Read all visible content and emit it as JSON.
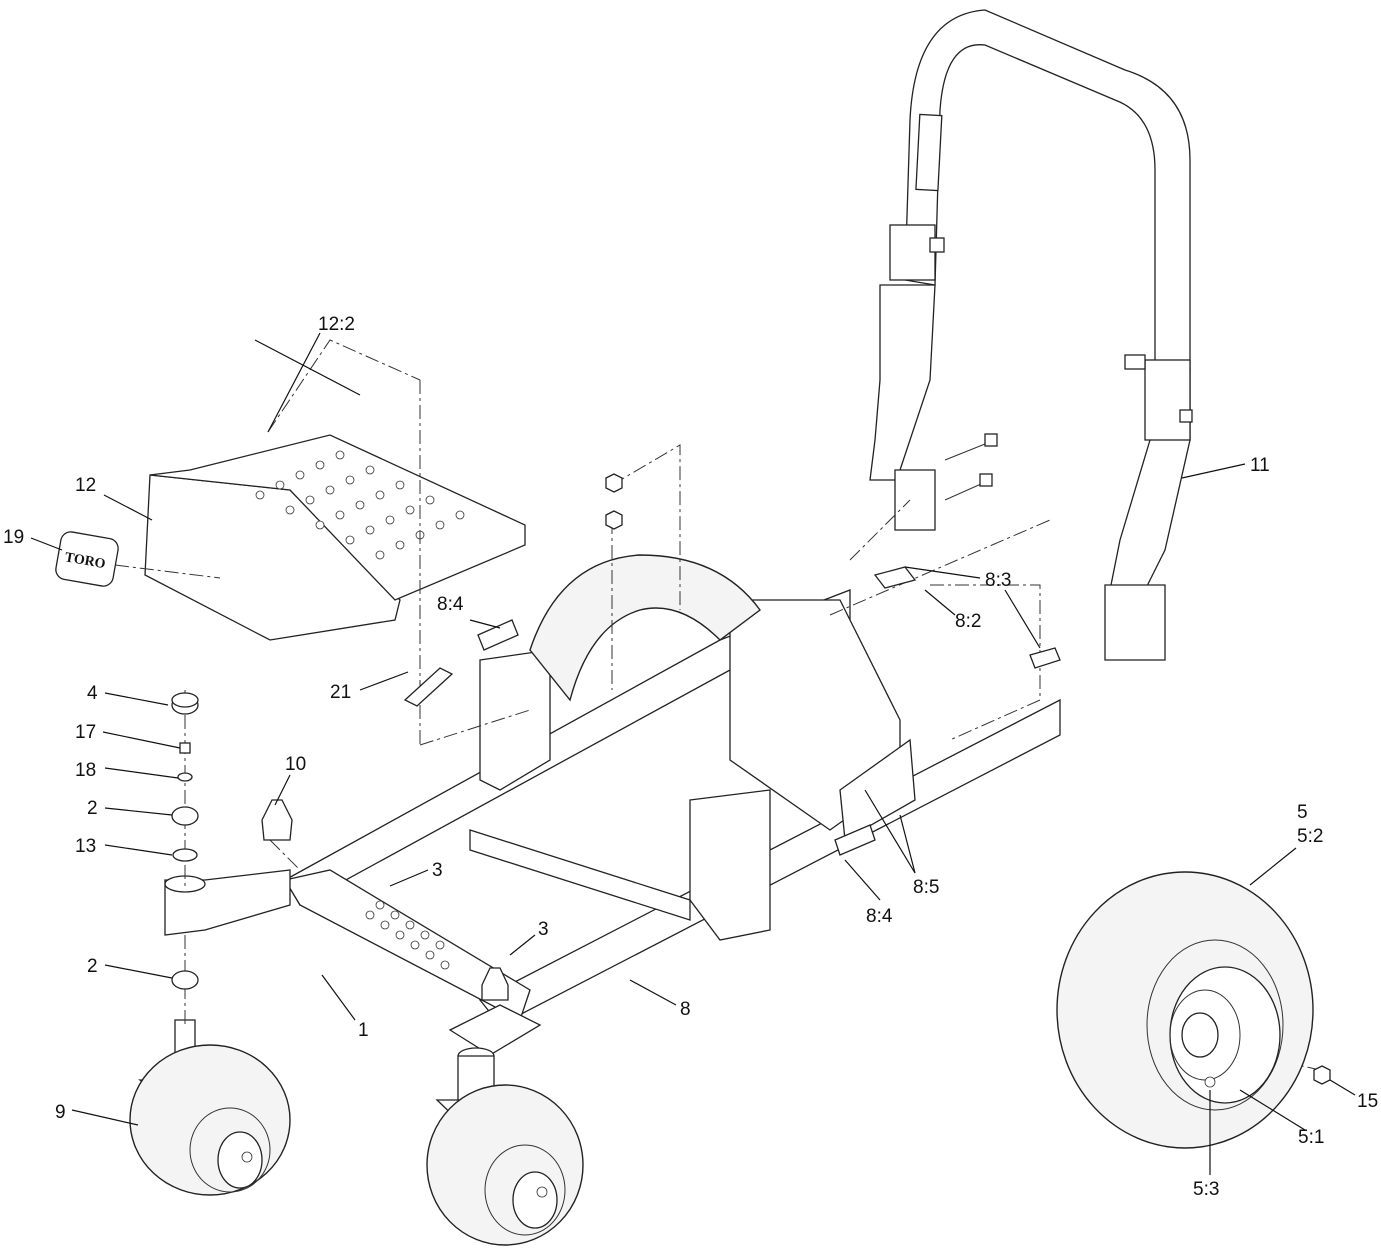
{
  "labels": {
    "l_12_2": "12:2",
    "l_12": "12",
    "l_19": "19",
    "l_8_4a": "8:4",
    "l_21": "21",
    "l_4": "4",
    "l_17": "17",
    "l_18": "18",
    "l_10": "10",
    "l_2a": "2",
    "l_13": "13",
    "l_3a": "3",
    "l_3b": "3",
    "l_2b": "2",
    "l_1": "1",
    "l_8": "8",
    "l_9": "9",
    "l_8_3": "8:3",
    "l_8_2": "8:2",
    "l_11": "11",
    "l_8_5": "8:5",
    "l_8_4b": "8:4",
    "l_5": "5",
    "l_5_2": "5:2",
    "l_15": "15",
    "l_5_1": "5:1",
    "l_5_3": "5:3",
    "logo_text": "TORO"
  }
}
